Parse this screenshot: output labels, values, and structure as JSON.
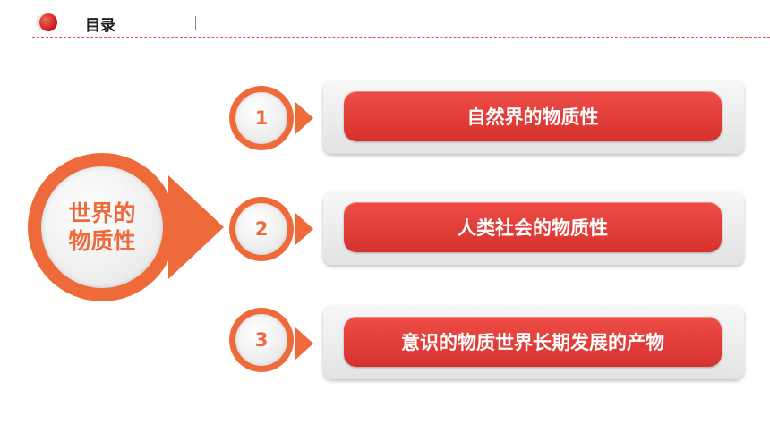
{
  "header": {
    "title": "目录"
  },
  "main_topic": {
    "label": "世界的物质性"
  },
  "items": [
    {
      "number": "1",
      "label": "自然界的物质性"
    },
    {
      "number": "2",
      "label": "人类社会的物质性"
    },
    {
      "number": "3",
      "label": "意识的物质世界长期发展的产物"
    }
  ],
  "colors": {
    "accent": "#ee6a3a",
    "pill": "#e03c39",
    "header_dot": "#c4161c"
  }
}
